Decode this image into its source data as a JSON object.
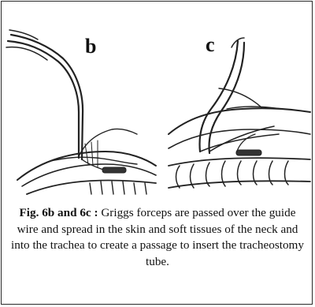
{
  "figure": {
    "panels": [
      {
        "label": "b"
      },
      {
        "label": "c"
      }
    ],
    "caption": {
      "label": "Fig. 6b and 6c :",
      "text": " Griggs forceps are passed over the guide wire and spread in the skin and soft tissues of the neck and into the trachea to create a passage to insert the tracheostomy tube."
    }
  }
}
